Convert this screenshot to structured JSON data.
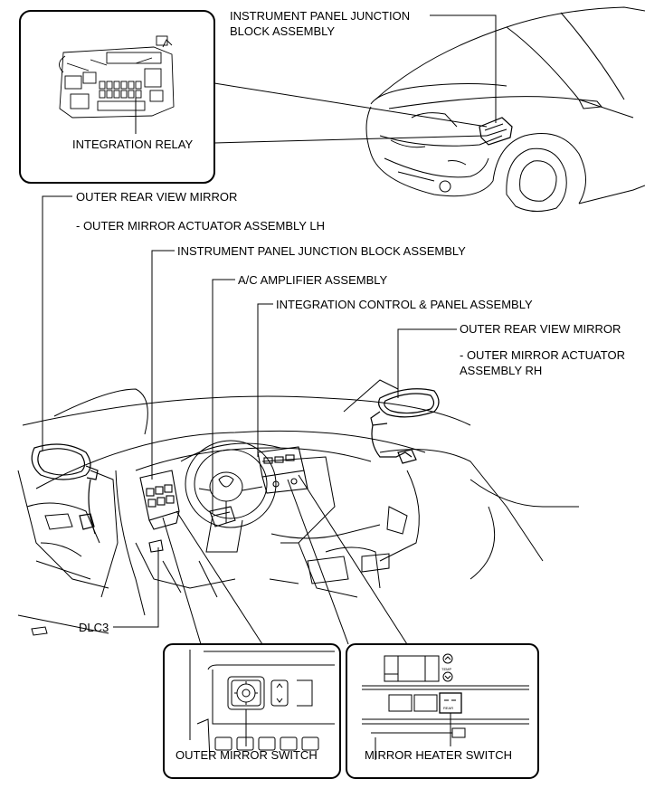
{
  "labels": {
    "ipjb_top_line1": "INSTRUMENT PANEL JUNCTION",
    "ipjb_top_line2": "BLOCK ASSEMBLY",
    "integration_relay": "INTEGRATION RELAY",
    "outer_mirror_left": "OUTER REAR VIEW MIRROR",
    "outer_mirror_left_sub": "- OUTER MIRROR ACTUATOR ASSEMBLY LH",
    "ipjb_main": "INSTRUMENT PANEL JUNCTION BLOCK ASSEMBLY",
    "ac_amplifier": "A/C AMPLIFIER ASSEMBLY",
    "integration_control": "INTEGRATION CONTROL & PANEL ASSEMBLY",
    "outer_mirror_right": "OUTER REAR VIEW MIRROR",
    "outer_mirror_right_sub1": "- OUTER MIRROR ACTUATOR",
    "outer_mirror_right_sub2": "ASSEMBLY RH",
    "dlc3": "DLC3",
    "outer_mirror_switch": "OUTER MIRROR SWITCH",
    "mirror_heater_switch": "MIRROR HEATER SWITCH"
  },
  "line_color": "#000000",
  "background_color": "#ffffff"
}
